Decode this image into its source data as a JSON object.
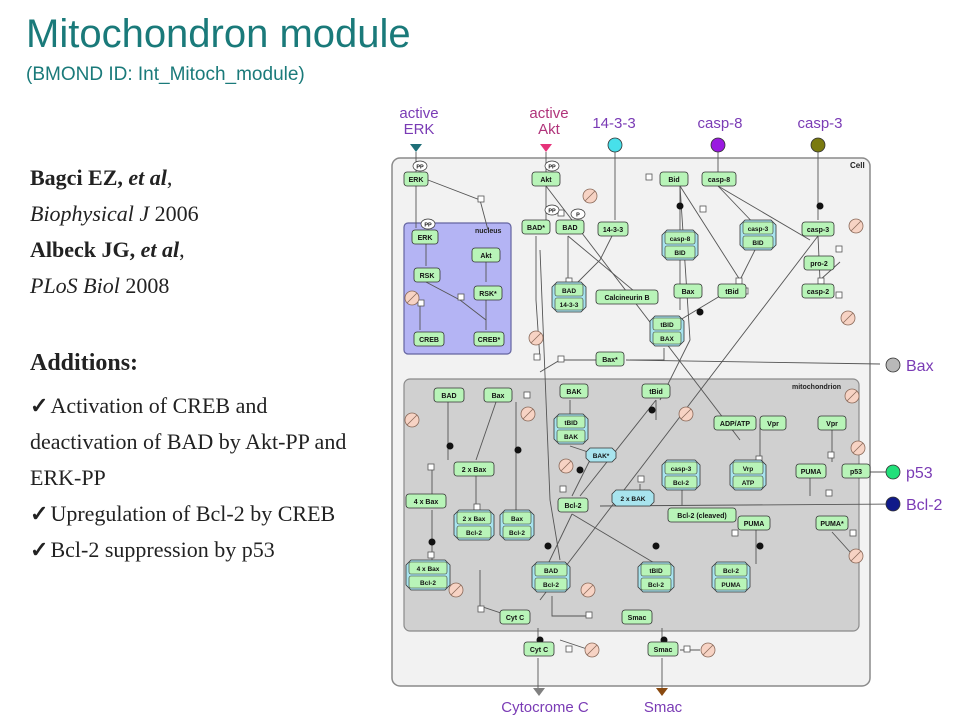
{
  "header": {
    "title": "Mitochondron module",
    "subtitle": "(BMOND ID: Int_Mitoch_module)"
  },
  "references": {
    "ref1_author": "Bagci EZ, ",
    "ref1_etal": "et al",
    "ref1_comma": ",",
    "ref1_journal": "Biophysical J",
    "ref1_year": " 2006",
    "ref2_author": "Albeck JG, ",
    "ref2_etal": "et al",
    "ref2_comma": ",",
    "ref2_journal": "PLoS Biol",
    "ref2_year": " 2008"
  },
  "additions": {
    "heading": "Additions:",
    "items": [
      "Activation of CREB and deactivation of BAD by Akt-PP and ERK-PP",
      "Upregulation of Bcl-2 by CREB",
      "Bcl-2 suppression by p53"
    ]
  },
  "diagram": {
    "inputs_top": [
      {
        "label1": "active",
        "label2": "ERK",
        "color": "#1f6f78",
        "label_color": "#7a3bb5"
      },
      {
        "label1": "active",
        "label2": "Akt",
        "color": "#e6337a",
        "label_color": "#b0337a"
      },
      {
        "label1": "14-3-3",
        "label2": "",
        "color": "#47e0ea",
        "label_color": "#7a3bb5"
      },
      {
        "label1": "casp-8",
        "label2": "",
        "color": "#9a1ae0",
        "label_color": "#7a3bb5"
      },
      {
        "label1": "casp-3",
        "label2": "",
        "color": "#7a7a10",
        "label_color": "#7a3bb5"
      }
    ],
    "inputs_right": [
      {
        "label": "Bax",
        "color": "#b8b8b8"
      },
      {
        "label": "p53",
        "color": "#22e07a"
      },
      {
        "label": "Bcl-2",
        "color": "#101a8a"
      }
    ],
    "outputs_bottom": [
      {
        "label": "Cytocrome C",
        "color": "#808080"
      },
      {
        "label": "Smac",
        "color": "#8a4a10"
      }
    ],
    "compartments": {
      "cell": "Cell",
      "nucleus": "nucleus",
      "mitochondrion": "mitochondrion"
    },
    "nodes": {
      "erk_pp": "ERK",
      "akt_pp": "Akt",
      "bid": "Bid",
      "casp8_top": "casp-8",
      "casp3_top": "casp-3",
      "erk_n": "ERK",
      "akt_n": "Akt",
      "rsk": "RSK",
      "rsk_star": "RSK*",
      "creb": "CREB",
      "creb_star": "CREB*",
      "bad_star": "BAD*",
      "bad": "BAD",
      "c1433": "14-3-3",
      "bad1433_a": "BAD",
      "bad1433_b": "14-3-3",
      "calcineurin": "Calcineurin B",
      "casp8bid_a": "casp-8",
      "casp8bid_b": "BID",
      "casp3bid_a": "casp-3",
      "casp3bid_b": "BID",
      "bax_c": "Bax",
      "tbid_c": "tBid",
      "pro2": "pro-2",
      "casp2": "casp-2",
      "tbidbax_a": "tBID",
      "tbidbax_b": "BAX",
      "bax_star": "Bax*",
      "pp": "PP",
      "p": "P",
      "bad_m": "BAD",
      "bax_m": "Bax",
      "bak": "BAK",
      "tbid_m": "tBid",
      "tbidbak_a": "tBID",
      "tbidbak_b": "BAK",
      "bak_star": "BAK*",
      "adpatp": "ADP/ATP",
      "vpr_m": "Vpr",
      "vpr_c": "Vpr",
      "casp3bcl_a": "casp-3",
      "casp3bcl_b": "Bcl-2",
      "vrpatp_a": "Vrp",
      "vrpatp_b": "ATP",
      "puma_c": "PUMA",
      "p53_c": "p53",
      "twobax": "2 x Bax",
      "fourbax": "4 x Bax",
      "bcl2_m": "Bcl-2",
      "twobak": "2 x BAK",
      "bcl2cleaved": "Bcl-2 (cleaved)",
      "puma_m": "PUMA",
      "puma_star": "PUMA*",
      "twobaxbcl_a": "2 x Bax",
      "twobaxbcl_b": "Bcl-2",
      "baxbcl_a": "Bax",
      "baxbcl_b": "Bcl-2",
      "fourbaxbcl_a": "4 x Bax",
      "fourbaxbcl_b": "Bcl-2",
      "badbcl_a": "BAD",
      "badbcl_b": "Bcl-2",
      "tbidbcl_a": "tBID",
      "tbidbcl_b": "Bcl-2",
      "bclpuma_a": "Bcl-2",
      "bclpuma_b": "PUMA",
      "cytc_m": "Cyt C",
      "smac_m": "Smac",
      "cytc_c": "Cyt C",
      "smac_c": "Smac"
    }
  }
}
